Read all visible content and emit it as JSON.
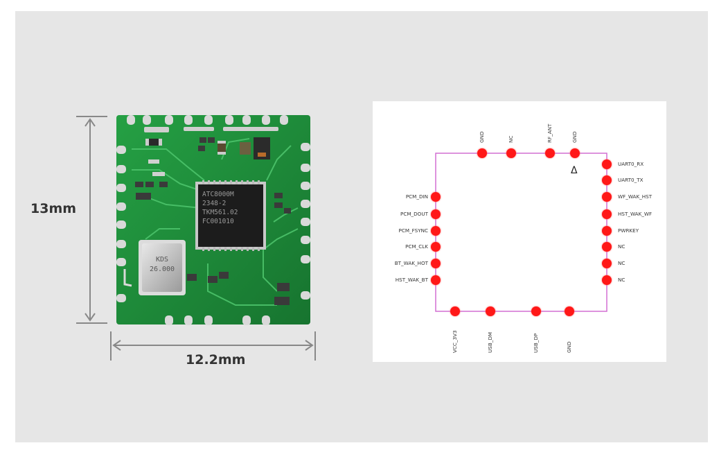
{
  "dimensions": {
    "height_label": "13mm",
    "width_label": "12.2mm"
  },
  "chip": {
    "marking": [
      "ATC8000M",
      "2348-2",
      "TKM561.02",
      "FC001010"
    ],
    "crystal": [
      "KDS",
      "26.000"
    ]
  },
  "pins": {
    "top": [
      {
        "name": "GND",
        "square": false
      },
      {
        "name": "NC",
        "square": true
      },
      {
        "name": "RF_ANT",
        "square": false
      },
      {
        "name": "GND",
        "square": true
      }
    ],
    "left": [
      {
        "name": "PCM_DIN",
        "square": false
      },
      {
        "name": "PCM_DOUT",
        "square": true
      },
      {
        "name": "PCM_FSYNC",
        "square": true
      },
      {
        "name": "PCM_CLK",
        "square": false
      },
      {
        "name": "BT_WAK_HOT",
        "square": false
      },
      {
        "name": "HST_WAK_BT",
        "square": false
      }
    ],
    "right": [
      {
        "name": "UART0_RX",
        "square": false
      },
      {
        "name": "UART0_TX",
        "square": false
      },
      {
        "name": "WF_WAK_HST",
        "square": false
      },
      {
        "name": "HST_WAK_WF",
        "square": true
      },
      {
        "name": "PWRKEY",
        "square": false
      },
      {
        "name": "NC",
        "square": false
      },
      {
        "name": "NC",
        "square": false
      },
      {
        "name": "NC",
        "square": false
      }
    ],
    "bottom": [
      {
        "name": "VCC_3V3",
        "square": false
      },
      {
        "name": "USB_DM",
        "square": false
      },
      {
        "name": "USB_DP",
        "square": true
      },
      {
        "name": "GND",
        "square": true
      }
    ]
  },
  "pin1_marker": "Δ",
  "colors": {
    "pcb_green": "#1f8a3a",
    "pad_red": "#ff1818",
    "outline_magenta": "#d26ed2"
  }
}
